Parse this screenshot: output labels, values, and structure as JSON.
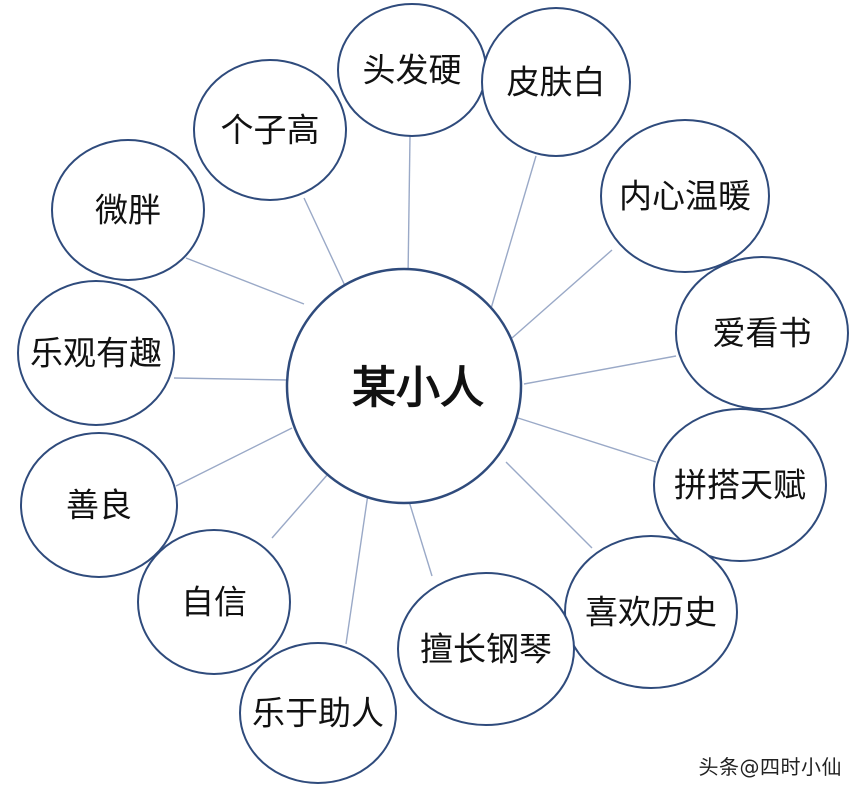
{
  "center": {
    "label": "某小人"
  },
  "traits": [
    {
      "id": "hair",
      "label": "头发硬"
    },
    {
      "id": "skin",
      "label": "皮肤白"
    },
    {
      "id": "warm",
      "label": "内心温暖"
    },
    {
      "id": "books",
      "label": "爱看书"
    },
    {
      "id": "lego",
      "label": "拼搭天赋"
    },
    {
      "id": "history",
      "label": "喜欢历史"
    },
    {
      "id": "piano",
      "label": "擅长钢琴"
    },
    {
      "id": "helpful",
      "label": "乐于助人"
    },
    {
      "id": "confident",
      "label": "自信"
    },
    {
      "id": "kind",
      "label": "善良"
    },
    {
      "id": "optimistic",
      "label": "乐观有趣"
    },
    {
      "id": "chubby",
      "label": "微胖"
    },
    {
      "id": "tall",
      "label": "个子高"
    }
  ],
  "watermark": {
    "label": "头条@四时小仙",
    "icon": "at-sign-icon"
  },
  "colors": {
    "circle_stroke": "#2f4b7c",
    "connector": "#9aa9c7",
    "text": "#111111",
    "background": "#ffffff"
  }
}
